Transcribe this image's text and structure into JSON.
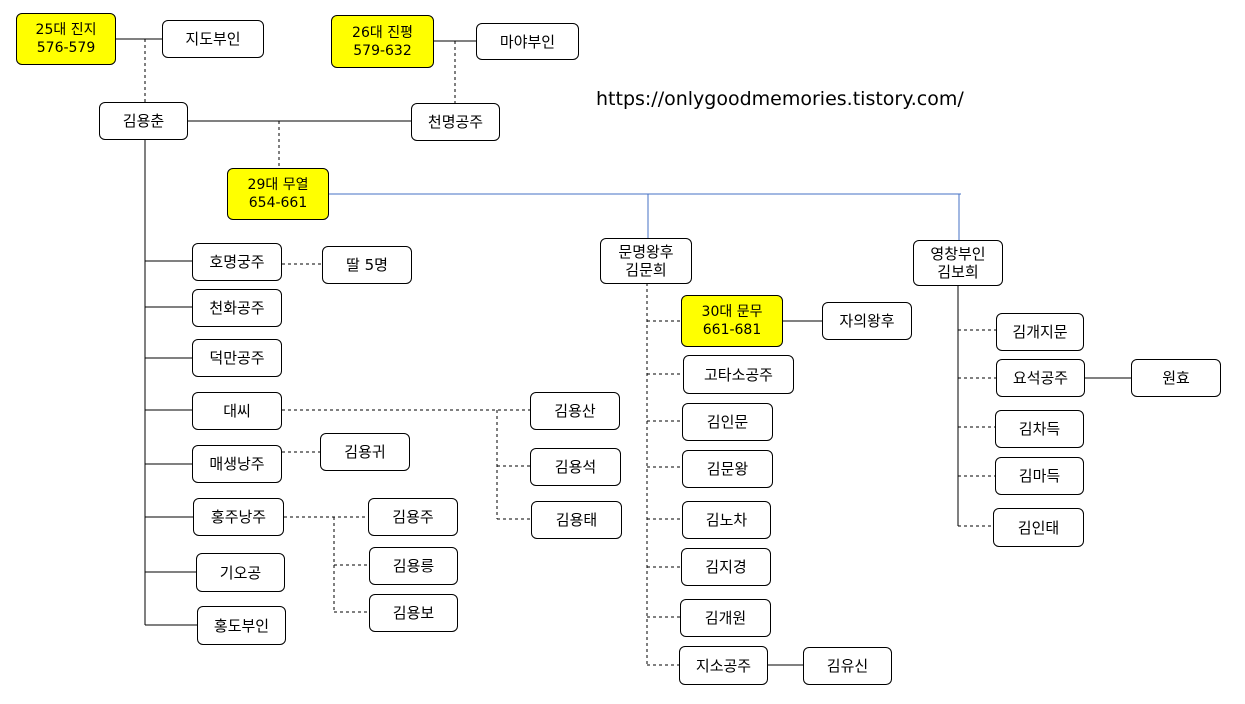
{
  "url": "https://onlygoodmemories.tistory.com/",
  "colors": {
    "king": "#ffff00",
    "blue_line": "#4472c4"
  },
  "nodes": {
    "jinji": "25대 진지\n576-579",
    "jido": "지도부인",
    "jinpyeong": "26대 진평\n579-632",
    "maya": "마야부인",
    "yongchun": "김용춘",
    "cheonmyeong": "천명공주",
    "muyeol": "29대 무열\n654-661",
    "munmyeong": "문명왕후\n김문희",
    "yeongchang": "영창부인\n김보희",
    "homyeong": "호명궁주",
    "ttal5": "딸 5명",
    "cheonhwa": "천화공주",
    "deokman": "덕만공주",
    "daessi": "대씨",
    "yongsan": "김용산",
    "yongseok": "김용석",
    "yongtae": "김용태",
    "maesaeng": "매생낭주",
    "yonggwi": "김용귀",
    "hongju": "홍주낭주",
    "yongju": "김용주",
    "yongneung": "김용릉",
    "yongbo": "김용보",
    "gioh": "기오공",
    "hongdo": "홍도부인",
    "munmu": "30대 문무\n661-681",
    "jaui": "자의왕후",
    "gotaso": "고타소공주",
    "inmun": "김인문",
    "munwang": "김문왕",
    "nocha": "김노차",
    "jigyeong": "김지경",
    "gaewon": "김개원",
    "jiso": "지소공주",
    "yusin": "김유신",
    "gaejimun": "김개지문",
    "yoseok": "요석공주",
    "wonhyo": "원효",
    "chadeuk": "김차득",
    "madeuk": "김마득",
    "intae": "김인태"
  }
}
